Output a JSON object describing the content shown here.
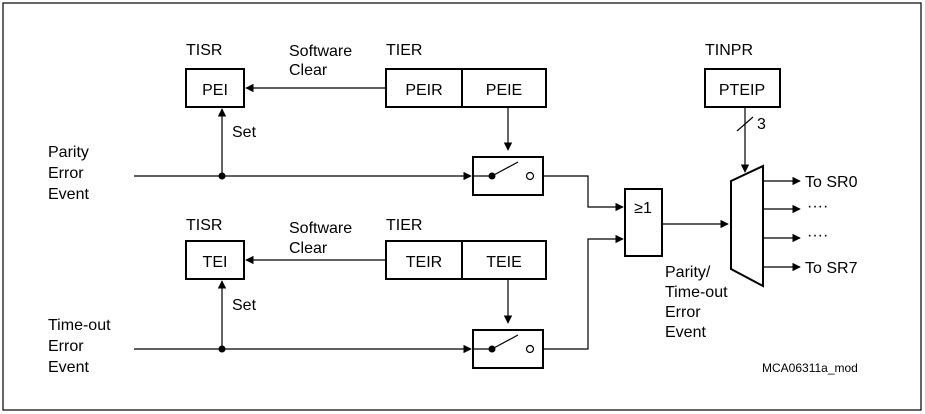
{
  "diagram": {
    "upper": {
      "tisr_label": "TISR",
      "flag": "PEI",
      "software": "Software",
      "clear": "Clear",
      "tier_label": "TIER",
      "request": "PEIR",
      "enable": "PEIE",
      "set": "Set",
      "event_line1": "Parity",
      "event_line2": "Error",
      "event_line3": "Event"
    },
    "lower": {
      "tisr_label": "TISR",
      "flag": "TEI",
      "software": "Software",
      "clear": "Clear",
      "tier_label": "TIER",
      "request": "TEIR",
      "enable": "TEIE",
      "set": "Set",
      "event_line1": "Time-out",
      "event_line2": "Error",
      "event_line3": "Event"
    },
    "or_gate": "≥1",
    "tinpr_label": "TINPR",
    "ptei": "PTEIP",
    "bus_width": "3",
    "outputs": [
      "To SR0",
      "····",
      "····",
      "To SR7"
    ],
    "output_label": [
      "Parity/",
      "Time-out",
      "Error",
      "Event"
    ],
    "figure_id": "MCA06311a_mod"
  }
}
